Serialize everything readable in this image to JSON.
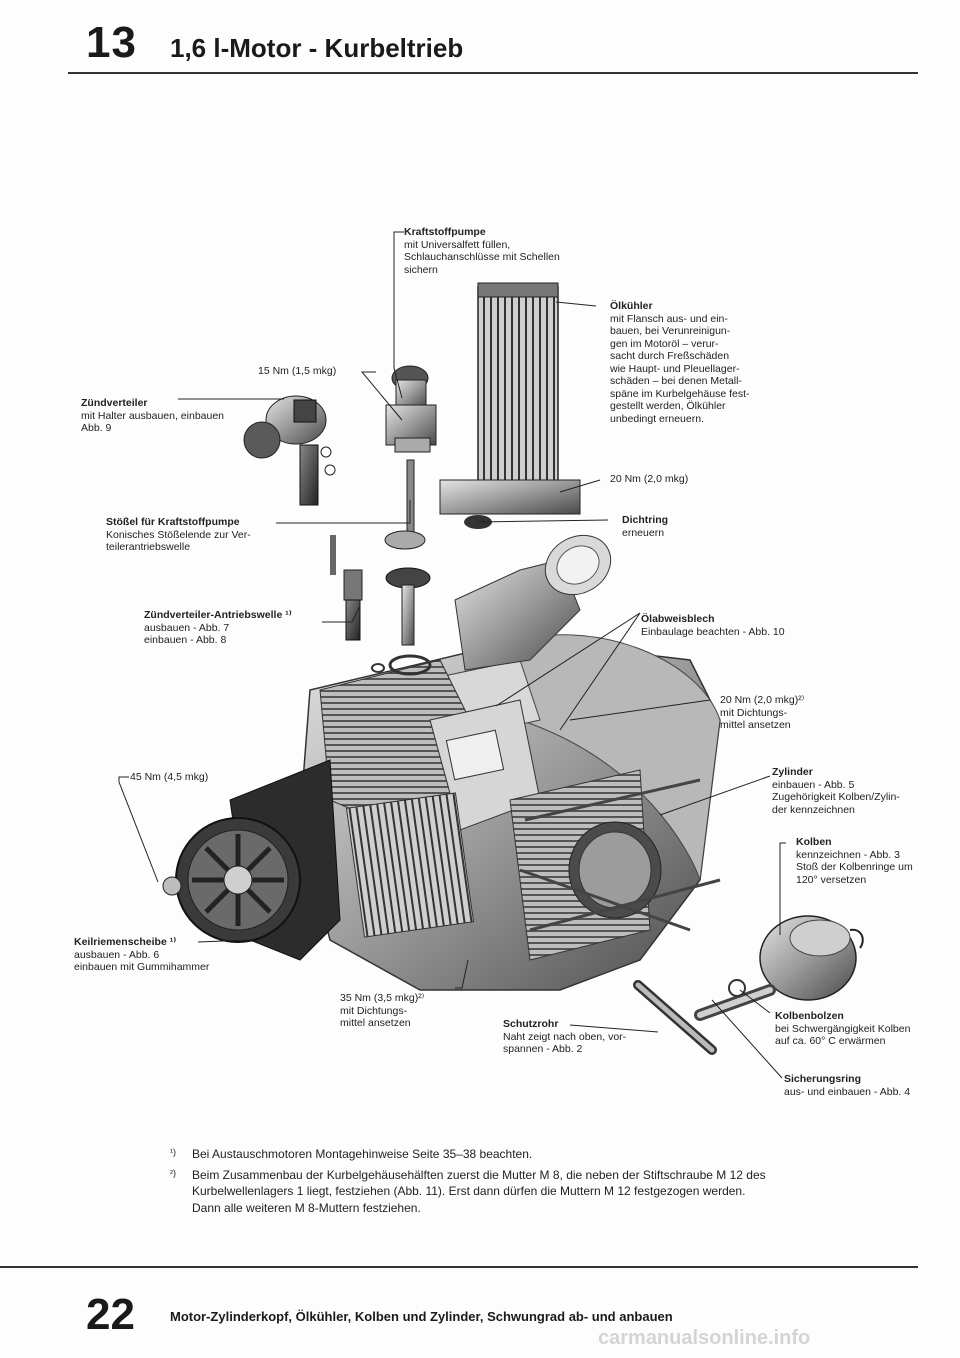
{
  "header": {
    "chapter": "13",
    "title": "1,6 l-Motor - Kurbeltrieb"
  },
  "labels": {
    "kraftstoffpumpe": {
      "title": "Kraftstoffpumpe",
      "body": "mit Universalfett füllen,\nSchlauchanschlüsse mit Schellen\nsichern"
    },
    "oelkuehler": {
      "title": "Ölkühler",
      "body": "mit Flansch aus- und ein-\nbauen, bei Verunreinigun-\ngen im Motoröl – verur-\nsacht durch Freßschäden\nwie Haupt- und Pleuellager-\nschäden – bei denen Metall-\nspäne im Kurbelgehäuse fest-\ngestellt werden, Ölkühler\nunbedingt erneuern."
    },
    "torque_15": {
      "body": "15 Nm (1,5 mkg)"
    },
    "zuendverteiler": {
      "title": "Zündverteiler",
      "body": "mit Halter ausbauen, einbauen\nAbb. 9"
    },
    "torque_20a": {
      "body": "20 Nm (2,0 mkg)"
    },
    "stoessel": {
      "title": "Stößel für Kraftstoffpumpe",
      "body": "Konisches Stößelende zur Ver-\nteilerantriebswelle"
    },
    "dichtring": {
      "title": "Dichtring",
      "body": "erneuern"
    },
    "antriebswelle": {
      "title": "Zündverteiler-Antriebswelle ¹⁾",
      "body": "ausbauen - Abb. 7\neinbauen - Abb. 8"
    },
    "oelabweisblech": {
      "title": "Ölabweisblech",
      "body": "Einbaulage beachten - Abb. 10"
    },
    "torque_20b": {
      "body": "20 Nm (2,0 mkg)²⁾\nmit Dichtungs-\nmittel ansetzen"
    },
    "torque_45": {
      "body": "45 Nm (4,5 mkg)"
    },
    "zylinder": {
      "title": "Zylinder",
      "body": "einbauen - Abb. 5\nZugehörigkeit Kolben/Zylin-\nder kennzeichnen"
    },
    "kolben": {
      "title": "Kolben",
      "body": "kennzeichnen - Abb. 3\nStoß der Kolbenringe um\n120° versetzen"
    },
    "keilriemenscheibe": {
      "title": "Keilriemenscheibe ¹⁾",
      "body": "ausbauen - Abb. 6\neinbauen mit Gummihammer"
    },
    "torque_35": {
      "body": "35 Nm (3,5 mkg)²⁾\nmit Dichtungs-\nmittel ansetzen"
    },
    "schutzrohr": {
      "title": "Schutzrohr",
      "body": "Naht zeigt nach oben, vor-\nspannen - Abb. 2"
    },
    "kolbenbolzen": {
      "title": "Kolbenbolzen",
      "body": "bei Schwergängigkeit Kolben\nauf ca. 60° C erwärmen"
    },
    "sicherungsring": {
      "title": "Sicherungsring",
      "body": "aus- und einbauen - Abb. 4"
    }
  },
  "notes": [
    {
      "marker": "¹)",
      "text": "Bei Austauschmotoren Montagehinweise Seite 35–38 beachten."
    },
    {
      "marker": "²)",
      "text": "Beim Zusammenbau der Kurbelgehäusehälften zuerst die Mutter M 8, die neben der Stiftschraube M 12 des\nKurbelwellenlagers 1 liegt, festziehen (Abb. 11). Erst dann dürfen die Muttern M 12 festgezogen werden.\nDann alle weiteren M 8-Muttern festziehen."
    }
  ],
  "footer": {
    "page": "22",
    "title": "Motor-Zylinderkopf, Ölkühler, Kolben und Zylinder, Schwungrad ab- und anbauen"
  },
  "watermark": "carmanualsonline.info"
}
